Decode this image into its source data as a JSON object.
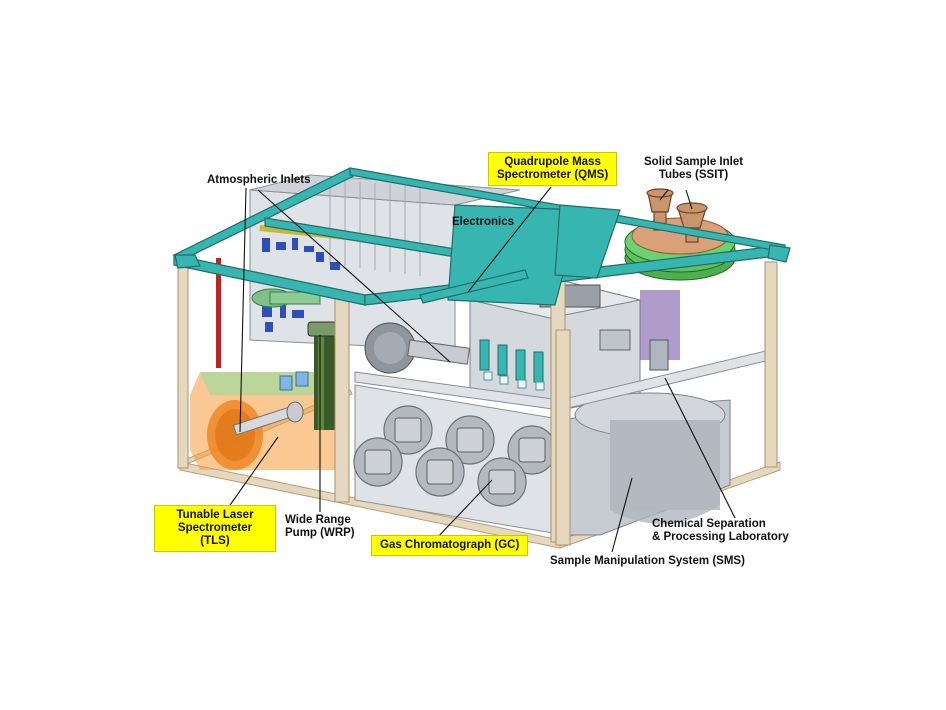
{
  "labels": {
    "atmospheric_inlets": "Atmospheric Inlets",
    "qms": [
      "Quadrupole Mass",
      "Spectrometer (QMS)"
    ],
    "ssit": [
      "Solid Sample Inlet",
      "Tubes (SSIT)"
    ],
    "electronics": "Electronics",
    "tls": [
      "Tunable Laser",
      "Spectrometer",
      "(TLS)"
    ],
    "wrp": [
      "Wide Range",
      "Pump (WRP)"
    ],
    "gc": "Gas Chromatograph (GC)",
    "cspl": [
      "Chemical Separation",
      "& Processing Laboratory"
    ],
    "sms": "Sample Manipulation System (SMS)"
  },
  "colors": {
    "frame_teal": "#37b5b0",
    "post_beige": "#e6d8bf",
    "highlight_yellow": "#ffff00",
    "tls_orange": "#f59a3a",
    "ssit_copper": "#c9956c",
    "hardware_gray": "#b8bec6"
  }
}
